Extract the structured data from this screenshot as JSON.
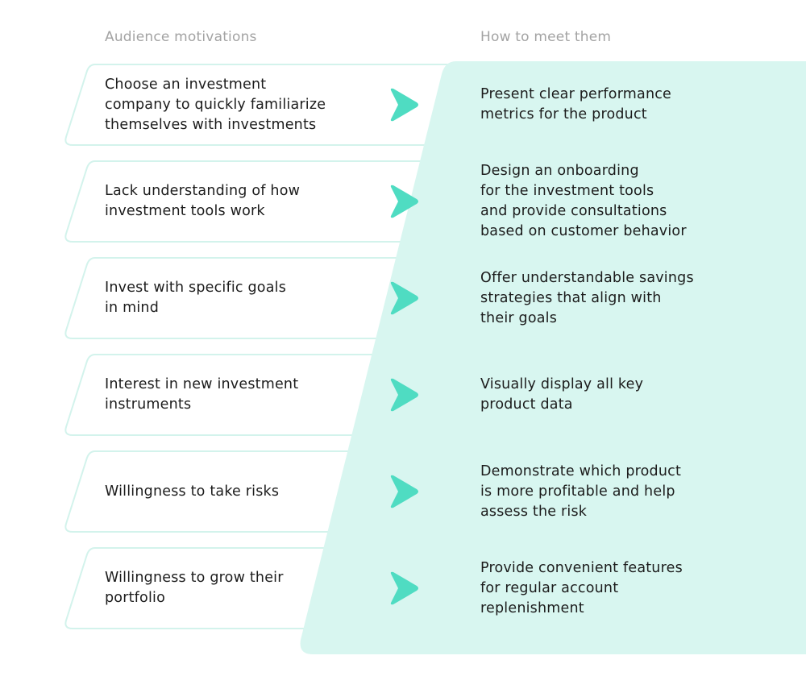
{
  "headers": {
    "left": "Audience motivations",
    "right": "How to meet them"
  },
  "colors": {
    "card_border": "#d3f3ec",
    "panel": "#d8f6f0",
    "arrow": "#4fdcc2"
  },
  "rows": [
    {
      "motivation": "Choose an investment\ncompany to quickly familiarize\nthemselves with investments",
      "solution": "Present clear performance\nmetrics for the product"
    },
    {
      "motivation": "Lack understanding of how\ninvestment tools work",
      "solution": "Design an onboarding\nfor the investment tools\nand provide consultations\nbased on customer behavior"
    },
    {
      "motivation": "Invest with specific goals\nin mind",
      "solution": "Offer understandable savings\nstrategies that align with\ntheir goals"
    },
    {
      "motivation": "Interest in new investment\ninstruments",
      "solution": "Visually display all key\nproduct data"
    },
    {
      "motivation": "Willingness to take risks",
      "solution": "Demonstrate which product\nis more profitable and help\nassess the risk"
    },
    {
      "motivation": "Willingness to grow their\nportfolio",
      "solution": "Provide convenient features\nfor regular account\nreplenishment"
    }
  ]
}
